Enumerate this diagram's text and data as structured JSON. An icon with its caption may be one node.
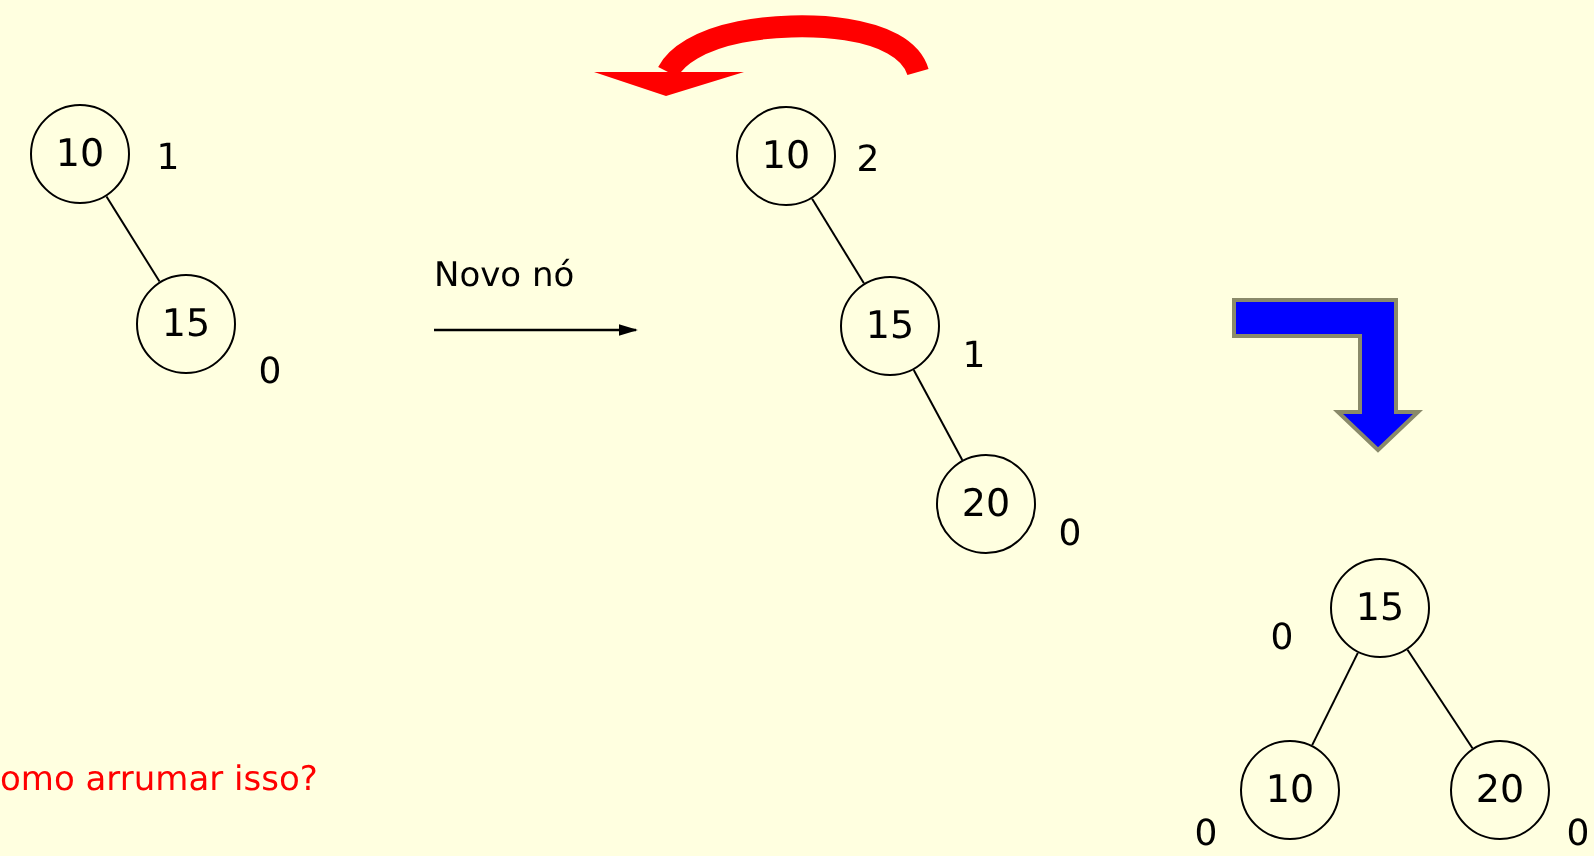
{
  "diagram": {
    "nodes": [
      {
        "text": [
          "10"
        ],
        "beside": [
          "1"
        ]
      },
      {
        "text": [
          "15"
        ],
        "beside": [
          "0"
        ]
      },
      {
        "text": [
          "10"
        ],
        "beside": [
          "2"
        ]
      },
      {
        "text": [
          "15"
        ],
        "beside": [
          "1"
        ]
      },
      {
        "text": [
          "20"
        ],
        "beside": [
          "0"
        ]
      },
      {
        "text": [
          "15"
        ],
        "beside": [
          "0"
        ]
      },
      {
        "text": [
          "10"
        ],
        "beside": [
          "0"
        ]
      },
      {
        "text": [
          "20"
        ],
        "beside": [
          "0"
        ]
      }
    ],
    "edges": [
      {
        "from": 0,
        "to": 1,
        "arrow": "none"
      },
      {
        "from": 2,
        "to": 3,
        "arrow": "none"
      },
      {
        "from": 3,
        "to": 4,
        "arrow": "none"
      },
      {
        "from": 5,
        "to": 6,
        "arrow": "none"
      },
      {
        "from": 5,
        "to": 7,
        "arrow": "none"
      }
    ],
    "labels": [
      "Novo nó",
      "omo arrumar isso?"
    ]
  }
}
